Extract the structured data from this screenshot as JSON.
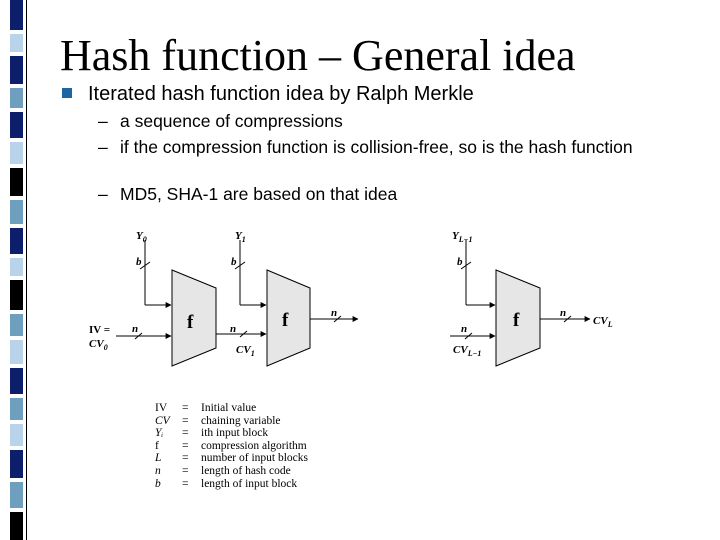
{
  "slide": {
    "title": "Hash function – General idea",
    "bullet": "Iterated hash function idea by Ralph Merkle",
    "subbullets": [
      {
        "dash": "–",
        "text": "a sequence of compressions"
      },
      {
        "dash": "–",
        "text": "if the compression function is collision-free, so is the hash function"
      },
      {
        "dash": "–",
        "text": "MD5, SHA-1 are based on that idea"
      }
    ]
  },
  "colors": {
    "accent_bullet": "#1b67a6",
    "bar_navy": "#0d1f6b",
    "bar_light": "#b9d3ea",
    "bar_teal": "#6f9fbf",
    "bar_black": "#000000",
    "box_fill": "#e6e6e6"
  },
  "diagram": {
    "iv_label": "IV =",
    "cv0_label": "CV",
    "cv0_sub": "0",
    "y0": "Y",
    "y0_sub": "0",
    "y1": "Y",
    "y1_sub": "1",
    "yl": "Y",
    "yl_sub": "L−1",
    "b": "b",
    "n": "n",
    "f": "f",
    "cv1": "CV",
    "cv1_sub": "1",
    "cvl1": "CV",
    "cvl1_sub": "L−1",
    "cvl": "CV",
    "cvl_sub": "L"
  },
  "legend": [
    {
      "sym": "IV",
      "eq": "=",
      "desc": "Initial value"
    },
    {
      "sym": "CV",
      "eq": "=",
      "desc": "chaining variable"
    },
    {
      "sym": "Yᵢ",
      "eq": "=",
      "desc": "ith input block"
    },
    {
      "sym": "f",
      "eq": "=",
      "desc": "compression algorithm"
    },
    {
      "sym": "L",
      "eq": "=",
      "desc": "number of input blocks"
    },
    {
      "sym": "n",
      "eq": "=",
      "desc": "length of hash code"
    },
    {
      "sym": "b",
      "eq": "=",
      "desc": "length of input block"
    }
  ]
}
